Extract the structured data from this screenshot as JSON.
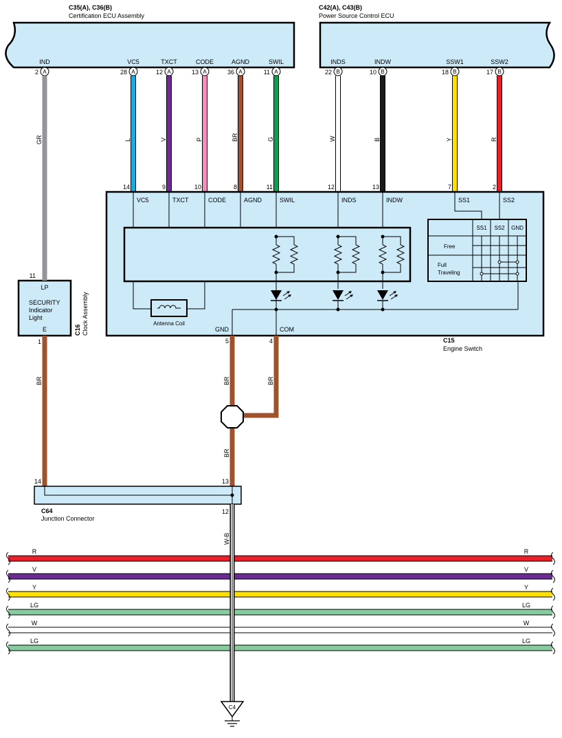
{
  "ecu_left": {
    "connector": "C35(A), C36(B)",
    "name": "Certification ECU Assembly",
    "pins": [
      {
        "label": "IND",
        "num": "2",
        "conn": "A",
        "color": "GR"
      },
      {
        "label": "VC5",
        "num": "28",
        "conn": "A",
        "color": "L"
      },
      {
        "label": "TXCT",
        "num": "12",
        "conn": "A",
        "color": "V"
      },
      {
        "label": "CODE",
        "num": "13",
        "conn": "A",
        "color": "P"
      },
      {
        "label": "AGND",
        "num": "36",
        "conn": "A",
        "color": "BR"
      },
      {
        "label": "SWIL",
        "num": "11",
        "conn": "A",
        "color": "G"
      }
    ]
  },
  "ecu_right": {
    "connector": "C42(A), C43(B)",
    "name": "Power Source Control ECU",
    "pins": [
      {
        "label": "INDS",
        "num": "22",
        "conn": "B",
        "color": "W"
      },
      {
        "label": "INDW",
        "num": "10",
        "conn": "B",
        "color": "B"
      },
      {
        "label": "SSW1",
        "num": "18",
        "conn": "B",
        "color": "Y"
      },
      {
        "label": "SSW2",
        "num": "17",
        "conn": "B",
        "color": "R"
      }
    ]
  },
  "engine_switch": {
    "connector": "C15",
    "name": "Engine Switch",
    "pins": [
      {
        "label": "VC5",
        "num": "14"
      },
      {
        "label": "TXCT",
        "num": "9"
      },
      {
        "label": "CODE",
        "num": "10"
      },
      {
        "label": "AGND",
        "num": "8"
      },
      {
        "label": "SWIL",
        "num": "11"
      },
      {
        "label": "INDS",
        "num": "12"
      },
      {
        "label": "INDW",
        "num": "13"
      },
      {
        "label": "SS1",
        "num": "7"
      },
      {
        "label": "SS2",
        "num": "2"
      }
    ],
    "gnd": {
      "label": "GND",
      "num": "5"
    },
    "com": {
      "label": "COM",
      "num": "4"
    },
    "antenna": "Antenna Coil",
    "table": {
      "headers": [
        "SS1",
        "SS2",
        "GND"
      ],
      "rows": [
        "Free",
        "Full\nTraveling"
      ],
      "full_line1": "Full",
      "full_line2": "Traveling"
    }
  },
  "clock": {
    "connector": "C16",
    "name": "Clock Assembly",
    "pin_top": "11",
    "pin_top_label": "LP",
    "pin_bottom": "1",
    "pin_bottom_label": "E",
    "text1": "SECURITY",
    "text2": "Indicator",
    "text3": "Light"
  },
  "junction": {
    "connector": "C64",
    "name": "Junction Connector",
    "pin14": "14",
    "pin13": "13",
    "pin12": "12"
  },
  "wires": {
    "gnd_color": "BR",
    "com_color": "BR",
    "clock_gnd_color": "BR",
    "splice_color": "BR",
    "ground_wire_color": "W-B",
    "ground_point": "C4"
  },
  "bus": [
    {
      "label": "R",
      "color": "#e8202a"
    },
    {
      "label": "V",
      "color": "#6b2c91"
    },
    {
      "label": "Y",
      "color": "#ffe000"
    },
    {
      "label": "LG",
      "color": "#86cc9e"
    },
    {
      "label": "W",
      "color": "#ffffff"
    },
    {
      "label": "LG",
      "color": "#86cc9e"
    }
  ],
  "colors": {
    "GR": "#939598",
    "L": "#1fa9e1",
    "V": "#6b2c91",
    "P": "#f38fbf",
    "BR": "#a0522d",
    "G": "#00a651",
    "W": "#ffffff",
    "B": "#1a1a1a",
    "Y": "#ffe000",
    "R": "#e8202a",
    "box": "#cdeaf8"
  }
}
